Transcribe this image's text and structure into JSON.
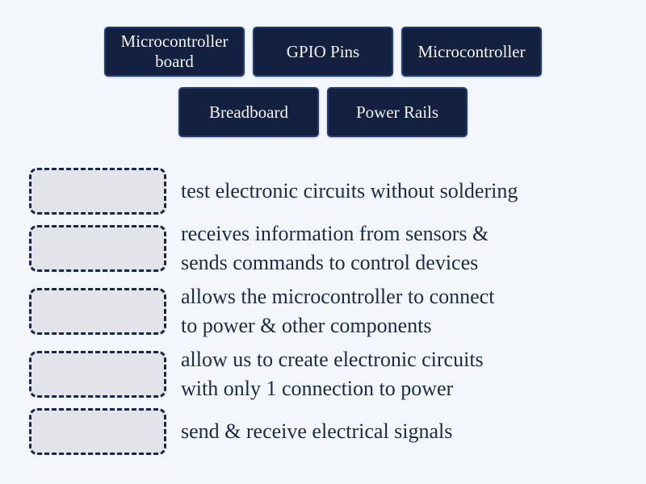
{
  "colors": {
    "background": "#f3f6fa",
    "tile_fill": "#13203f",
    "tile_border": "#1f3d72",
    "tile_text": "#f3f2ec",
    "definition_text": "#1c2a4a",
    "dropzone_fill": "#e2e4ea",
    "dropzone_border": "#1a2847"
  },
  "tiles": [
    {
      "label": "Microcontroller board"
    },
    {
      "label": "GPIO Pins"
    },
    {
      "label": "Microcontroller"
    },
    {
      "label": "Breadboard"
    },
    {
      "label": "Power Rails"
    }
  ],
  "matches": [
    {
      "lines": [
        "test electronic circuits without soldering"
      ]
    },
    {
      "lines": [
        "receives information from sensors &",
        "sends commands to control devices"
      ]
    },
    {
      "lines": [
        "allows the microcontroller to connect",
        "to power & other components"
      ]
    },
    {
      "lines": [
        "allow us to create electronic circuits",
        "with only 1 connection to power"
      ]
    },
    {
      "lines": [
        "send & receive electrical signals"
      ]
    }
  ]
}
